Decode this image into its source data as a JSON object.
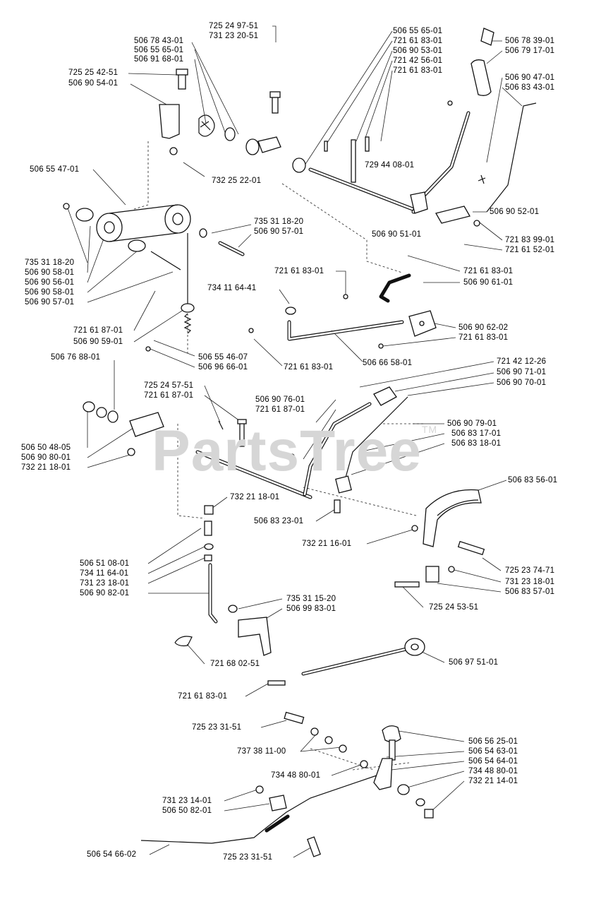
{
  "watermark": {
    "text": "PartsTree",
    "mark": "TM"
  },
  "labels": [
    {
      "id": "l01",
      "text": "725 24 97-51"
    },
    {
      "id": "l02",
      "text": "731 23 20-51"
    },
    {
      "id": "l03",
      "text": "506 78 43-01"
    },
    {
      "id": "l04",
      "text": "506 55 65-01"
    },
    {
      "id": "l05",
      "text": "506 91 68-01"
    },
    {
      "id": "l06",
      "text": "725 25 42-51"
    },
    {
      "id": "l07",
      "text": "506 90 54-01"
    },
    {
      "id": "l08",
      "text": "506 55 65-01"
    },
    {
      "id": "l09",
      "text": "721 61 83-01"
    },
    {
      "id": "l10",
      "text": "506 90 53-01"
    },
    {
      "id": "l11",
      "text": "721 42 56-01"
    },
    {
      "id": "l12",
      "text": "721 61 83-01"
    },
    {
      "id": "l13",
      "text": "506 78 39-01"
    },
    {
      "id": "l14",
      "text": "506 79 17-01"
    },
    {
      "id": "l15",
      "text": "506 90 47-01"
    },
    {
      "id": "l16",
      "text": "506 83 43-01"
    },
    {
      "id": "l17",
      "text": "729 44 08-01"
    },
    {
      "id": "l18",
      "text": "506 55 47-01"
    },
    {
      "id": "l19",
      "text": "732 25 22-01"
    },
    {
      "id": "l20",
      "text": "506 90 52-01"
    },
    {
      "id": "l21",
      "text": "506 90 51-01"
    },
    {
      "id": "l22",
      "text": "735 31 18-20"
    },
    {
      "id": "l23",
      "text": "506 90 57-01"
    },
    {
      "id": "l24",
      "text": "721 83 99-01"
    },
    {
      "id": "l25",
      "text": "721 61 52-01"
    },
    {
      "id": "l26",
      "text": "735 31 18-20"
    },
    {
      "id": "l27",
      "text": "506 90 58-01"
    },
    {
      "id": "l28",
      "text": "506 90 56-01"
    },
    {
      "id": "l29",
      "text": "506 90 58-01"
    },
    {
      "id": "l30",
      "text": "506 90 57-01"
    },
    {
      "id": "l31",
      "text": "721 61 83-01"
    },
    {
      "id": "l32",
      "text": "721 61 83-01"
    },
    {
      "id": "l33",
      "text": "506 90 61-01"
    },
    {
      "id": "l34",
      "text": "734 11 64-41"
    },
    {
      "id": "l35",
      "text": "721 61 87-01"
    },
    {
      "id": "l36",
      "text": "506 90 59-01"
    },
    {
      "id": "l37",
      "text": "506 90 62-02"
    },
    {
      "id": "l38",
      "text": "721 61 83-01"
    },
    {
      "id": "l39",
      "text": "506 55 46-07"
    },
    {
      "id": "l40",
      "text": "506 96 66-01"
    },
    {
      "id": "l41",
      "text": "721 61 83-01"
    },
    {
      "id": "l42",
      "text": "506 66 58-01"
    },
    {
      "id": "l43",
      "text": "506 76 88-01"
    },
    {
      "id": "l44",
      "text": "721 42 12-26"
    },
    {
      "id": "l45",
      "text": "506 90 71-01"
    },
    {
      "id": "l46",
      "text": "506 90 70-01"
    },
    {
      "id": "l47",
      "text": "725 24 57-51"
    },
    {
      "id": "l48",
      "text": "721 61 87-01"
    },
    {
      "id": "l49",
      "text": "506 90 76-01"
    },
    {
      "id": "l50",
      "text": "721 61 87-01"
    },
    {
      "id": "l51",
      "text": "506 90 79-01"
    },
    {
      "id": "l52",
      "text": "506 83 17-01"
    },
    {
      "id": "l53",
      "text": "506 83 18-01"
    },
    {
      "id": "l54",
      "text": "506 50 48-05"
    },
    {
      "id": "l55",
      "text": "506 90 80-01"
    },
    {
      "id": "l56",
      "text": "732 21 18-01"
    },
    {
      "id": "l57",
      "text": "506 83 56-01"
    },
    {
      "id": "l58",
      "text": "732 21 18-01"
    },
    {
      "id": "l59",
      "text": "506 83 23-01"
    },
    {
      "id": "l60",
      "text": "732 21 16-01"
    },
    {
      "id": "l61",
      "text": "506 51 08-01"
    },
    {
      "id": "l62",
      "text": "734 11 64-01"
    },
    {
      "id": "l63",
      "text": "731 23 18-01"
    },
    {
      "id": "l64",
      "text": "506 90 82-01"
    },
    {
      "id": "l65",
      "text": "725 23 74-71"
    },
    {
      "id": "l66",
      "text": "731 23 18-01"
    },
    {
      "id": "l67",
      "text": "506 83 57-01"
    },
    {
      "id": "l68",
      "text": "725 24 53-51"
    },
    {
      "id": "l69",
      "text": "735 31 15-20"
    },
    {
      "id": "l70",
      "text": "506 99 83-01"
    },
    {
      "id": "l71",
      "text": "721 68 02-51"
    },
    {
      "id": "l72",
      "text": "506 97 51-01"
    },
    {
      "id": "l73",
      "text": "721 61 83-01"
    },
    {
      "id": "l74",
      "text": "725 23 31-51"
    },
    {
      "id": "l75",
      "text": "506 56 25-01"
    },
    {
      "id": "l76",
      "text": "737 38 11-00"
    },
    {
      "id": "l77",
      "text": "506 54 63-01"
    },
    {
      "id": "l78",
      "text": "506 54 64-01"
    },
    {
      "id": "l79",
      "text": "734 48 80-01"
    },
    {
      "id": "l80",
      "text": "734 48 80-01"
    },
    {
      "id": "l81",
      "text": "732 21 14-01"
    },
    {
      "id": "l82",
      "text": "731 23 14-01"
    },
    {
      "id": "l83",
      "text": "506 50 82-01"
    },
    {
      "id": "l84",
      "text": "506 54 66-02"
    },
    {
      "id": "l85",
      "text": "725 23 31-51"
    }
  ]
}
